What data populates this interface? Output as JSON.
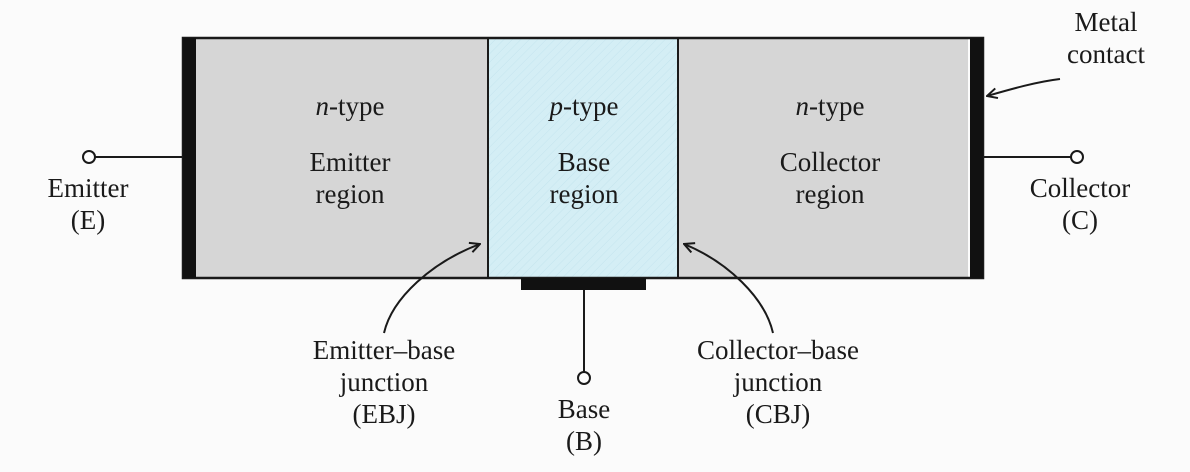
{
  "regions": [
    {
      "id": "emitter",
      "type_italic": "n",
      "type_suffix": "-type",
      "name_line1": "Emitter",
      "name_line2": "region",
      "fill": "#d6d6d6"
    },
    {
      "id": "base",
      "type_italic": "p",
      "type_suffix": "-type",
      "name_line1": "Base",
      "name_line2": "region",
      "fill": "#d4eef5"
    },
    {
      "id": "collector",
      "type_italic": "n",
      "type_suffix": "-type",
      "name_line1": "Collector",
      "name_line2": "region",
      "fill": "#d6d6d6"
    }
  ],
  "terminals": {
    "emitter": {
      "name": "Emitter",
      "symbol": "(E)"
    },
    "base": {
      "name": "Base",
      "symbol": "(B)"
    },
    "collector": {
      "name": "Collector",
      "symbol": "(C)"
    }
  },
  "junctions": {
    "ebj": {
      "line1": "Emitter–base",
      "line2": "junction",
      "line3": "(EBJ)"
    },
    "cbj": {
      "line1": "Collector–base",
      "line2": "junction",
      "line3": "(CBJ)"
    }
  },
  "metal_contact": {
    "line1": "Metal",
    "line2": "contact"
  },
  "colors": {
    "semiconductor_grey": "#d6d6d6",
    "base_blue": "#d4eef5",
    "contact_black": "#111111",
    "outline": "#1a1a1a"
  }
}
